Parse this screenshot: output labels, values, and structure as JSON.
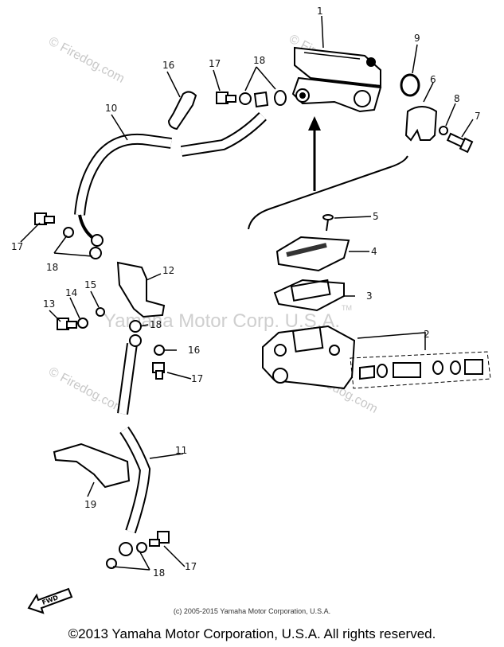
{
  "watermarks": {
    "site": "© Firedog.com",
    "main": "Yamaha Motor Corp. U.S.A.",
    "tm": "TM"
  },
  "callouts": {
    "c1": "1",
    "c2": "2",
    "c3": "3",
    "c4": "4",
    "c5": "5",
    "c6": "6",
    "c7": "7",
    "c8": "8",
    "c9": "9",
    "c10": "10",
    "c11": "11",
    "c12": "12",
    "c13": "13",
    "c14": "14",
    "c15": "15",
    "c16": "16",
    "c17": "17",
    "c18": "18",
    "c19": "19"
  },
  "fwd_label": "FWD",
  "credits": {
    "small": "(c) 2005-2015 Yamaha Motor Corporation, U.S.A.",
    "main": "©2013 Yamaha Motor Corporation, U.S.A. All rights reserved."
  }
}
